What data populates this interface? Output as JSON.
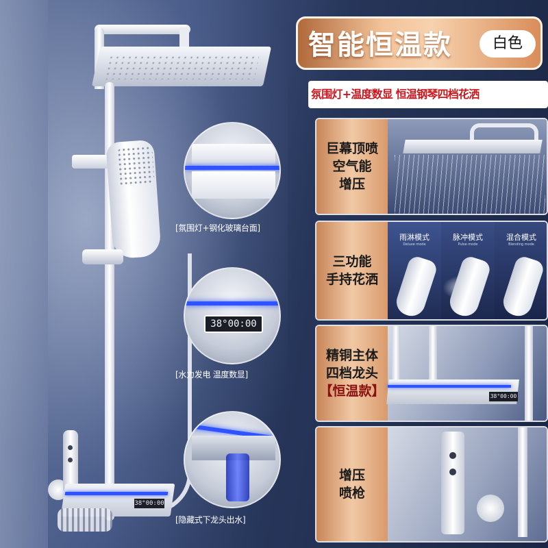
{
  "title": "智能恒温款",
  "color_label": "白色",
  "feature_strip": "氛围灯+温度数显 恒温钢琴四档花洒",
  "display_time": "38°00:00",
  "zoom_details": [
    {
      "caption": "[氛围灯+钢化玻璃台面]"
    },
    {
      "caption": "[水力发电 温度数显]"
    },
    {
      "caption": "[隐藏式下龙头出水]"
    }
  ],
  "panels": [
    {
      "lines": [
        "巨幕顶喷",
        "空气能",
        "增压"
      ]
    },
    {
      "lines": [
        "三功能",
        "手持花洒"
      ],
      "modes": [
        {
          "cn": "雨淋模式",
          "en": "Deluxe mode"
        },
        {
          "cn": "脉冲模式",
          "en": "Pulse mode"
        },
        {
          "cn": "混合模式",
          "en": "Blending mode"
        }
      ]
    },
    {
      "lines": [
        "精铜主体",
        "四档龙头",
        "【恒温款】"
      ]
    },
    {
      "lines": [
        "增压",
        "喷枪"
      ]
    }
  ],
  "colors": {
    "accent_blue": "#2f54ff",
    "strip_red": "#c8161d",
    "gold": "#f1c9a5"
  }
}
